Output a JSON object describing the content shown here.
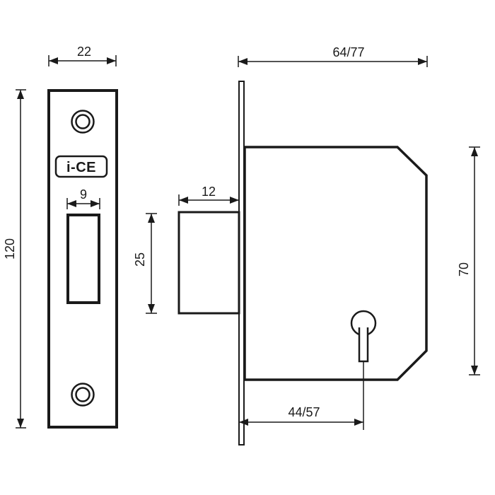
{
  "colors": {
    "background": "#ffffff",
    "line": "#1a1a1a"
  },
  "logo": {
    "text": "i-CE"
  },
  "dimensions": {
    "faceplate_width": "22",
    "faceplate_height": "120",
    "slot_width": "9",
    "bolt_height": "25",
    "bolt_projection": "12",
    "case_depth": "64/77",
    "case_height": "70",
    "backset": "44/57"
  }
}
